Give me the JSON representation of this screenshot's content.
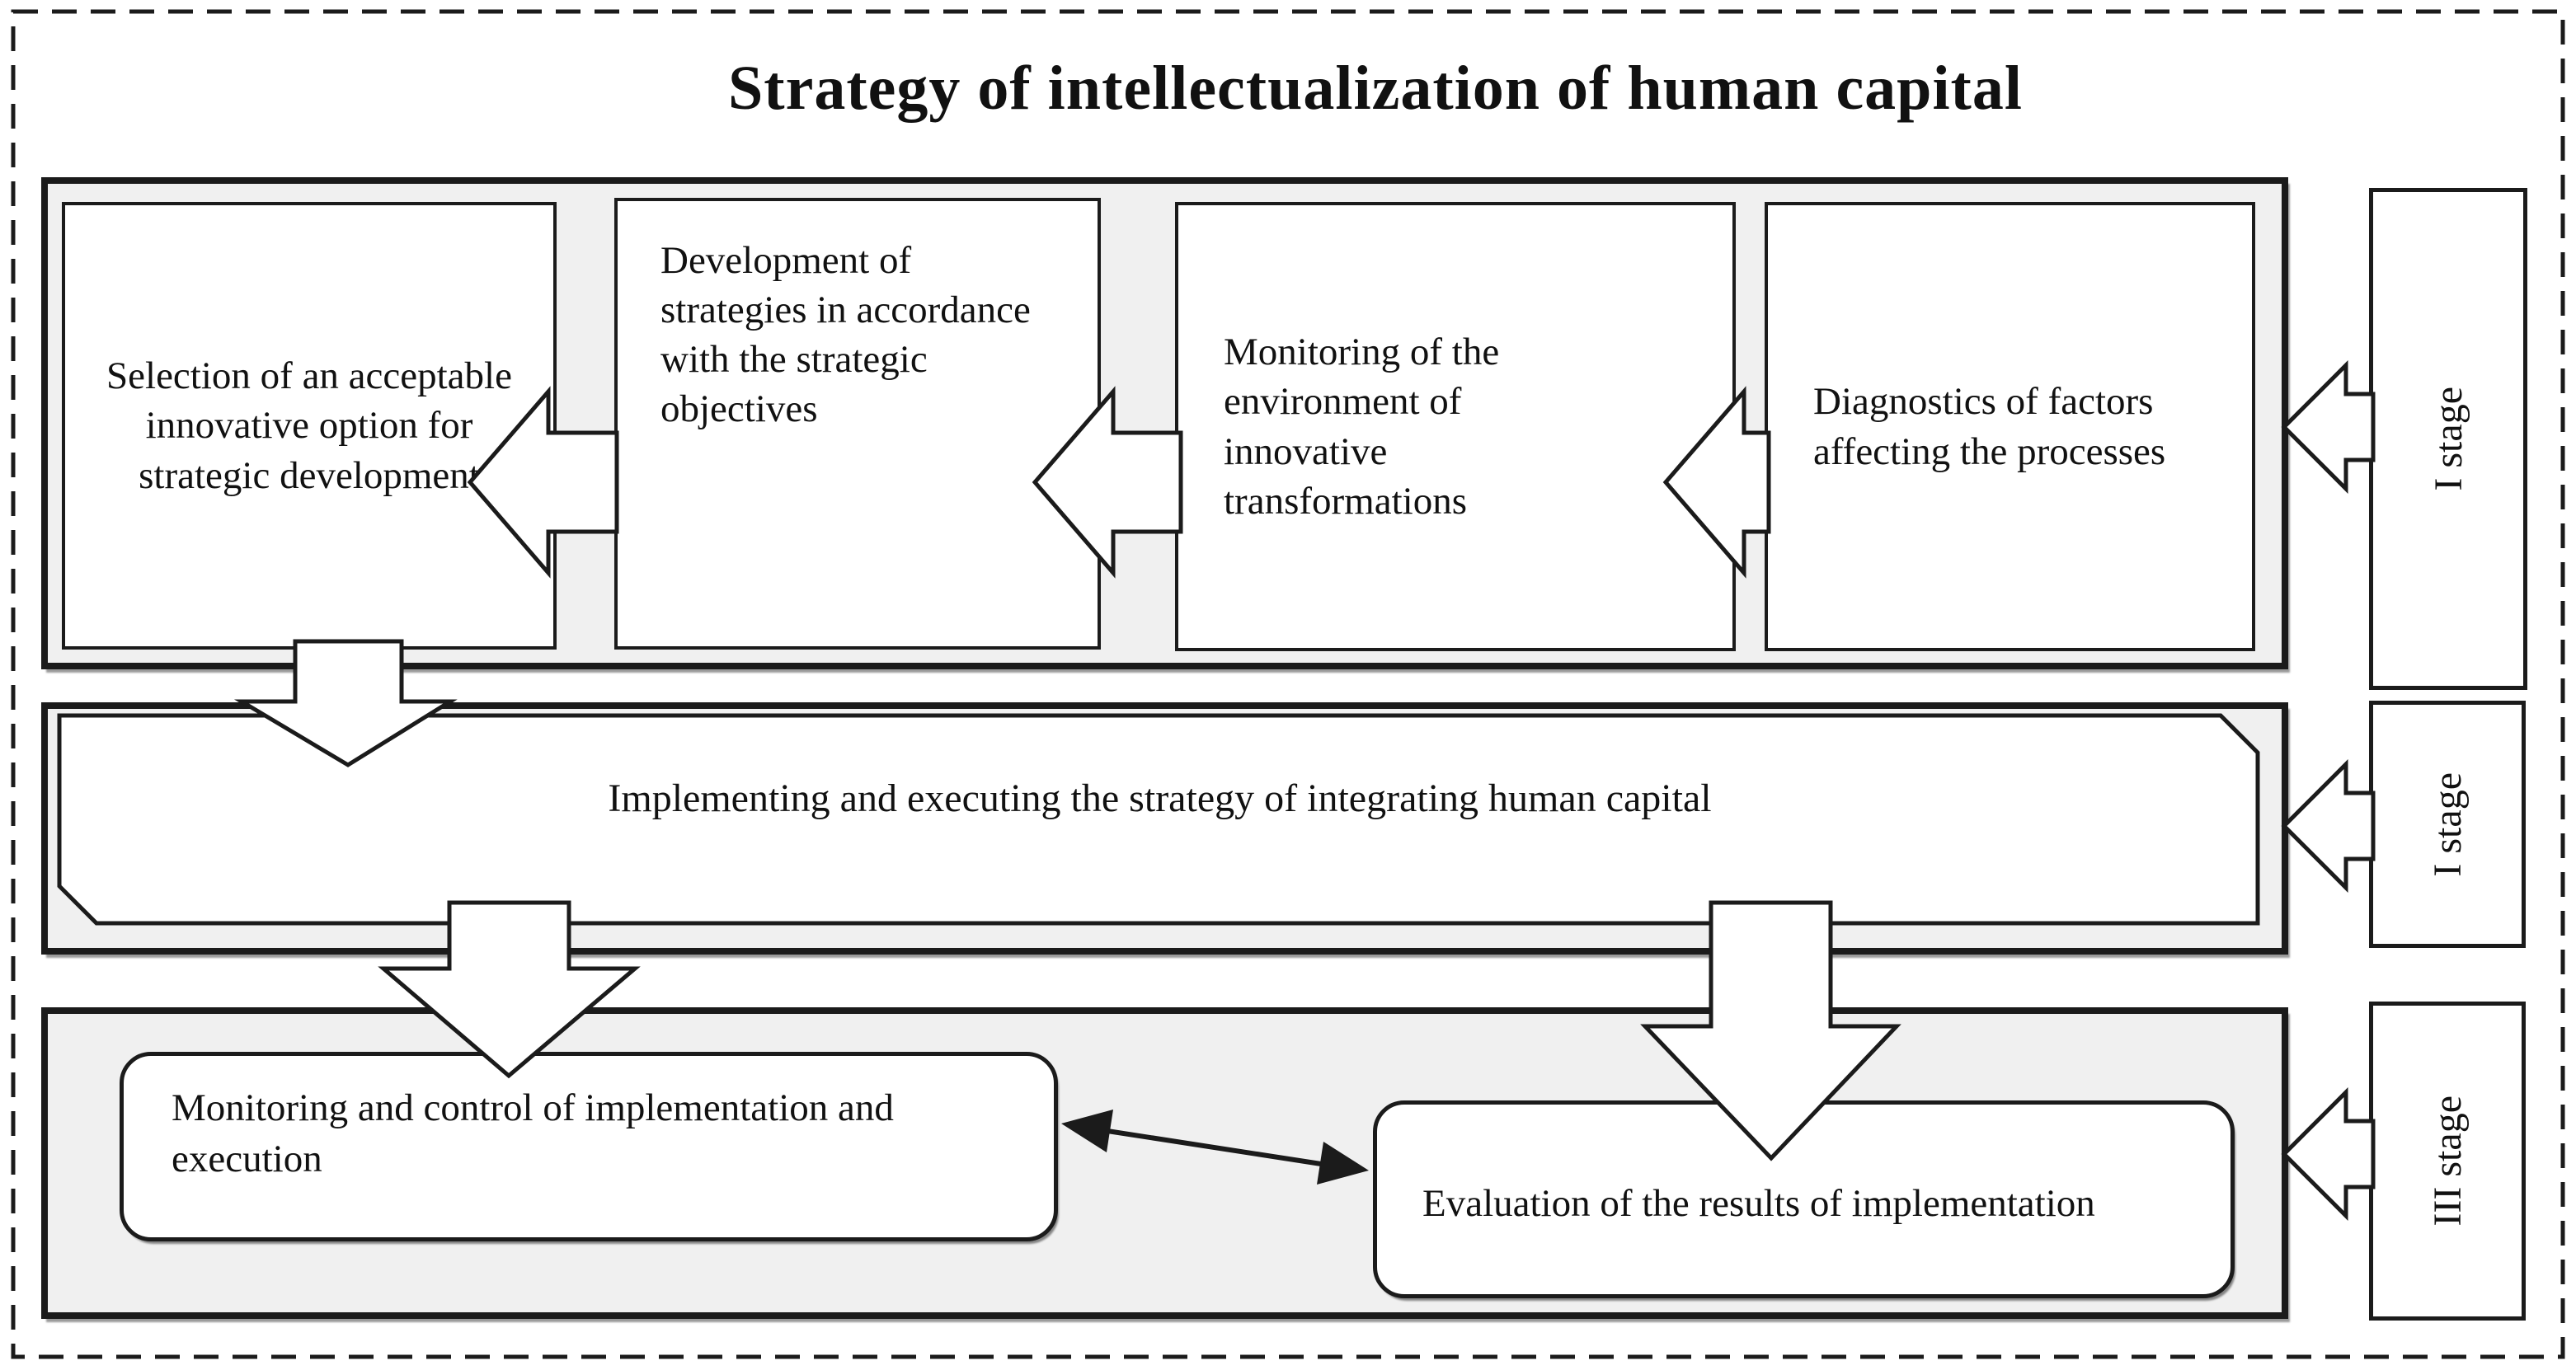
{
  "title": "Strategy of intellectualization of human capital",
  "row1": {
    "boxes": [
      {
        "text": "Selection of an acceptable innovative option for strategic development"
      },
      {
        "text": "Development of strategies in accordance with the strategic objectives"
      },
      {
        "text": "Monitoring of the environment of innovative transformations"
      },
      {
        "text": "Diagnostics of factors affecting the processes"
      }
    ]
  },
  "row2": {
    "text": "Implementing and executing the strategy of integrating human capital"
  },
  "row3": {
    "boxes": [
      {
        "text": "Monitoring and control of implementation and execution"
      },
      {
        "text": "Evaluation of the results of implementation"
      }
    ]
  },
  "stages": [
    {
      "label": "I stage"
    },
    {
      "label": "I stage"
    },
    {
      "label": "III stage"
    }
  ],
  "colors": {
    "background": "#ffffff",
    "container_fill": "#f0f0f0",
    "box_fill": "#ffffff",
    "border": "#1b1b1b",
    "text": "#111111"
  }
}
